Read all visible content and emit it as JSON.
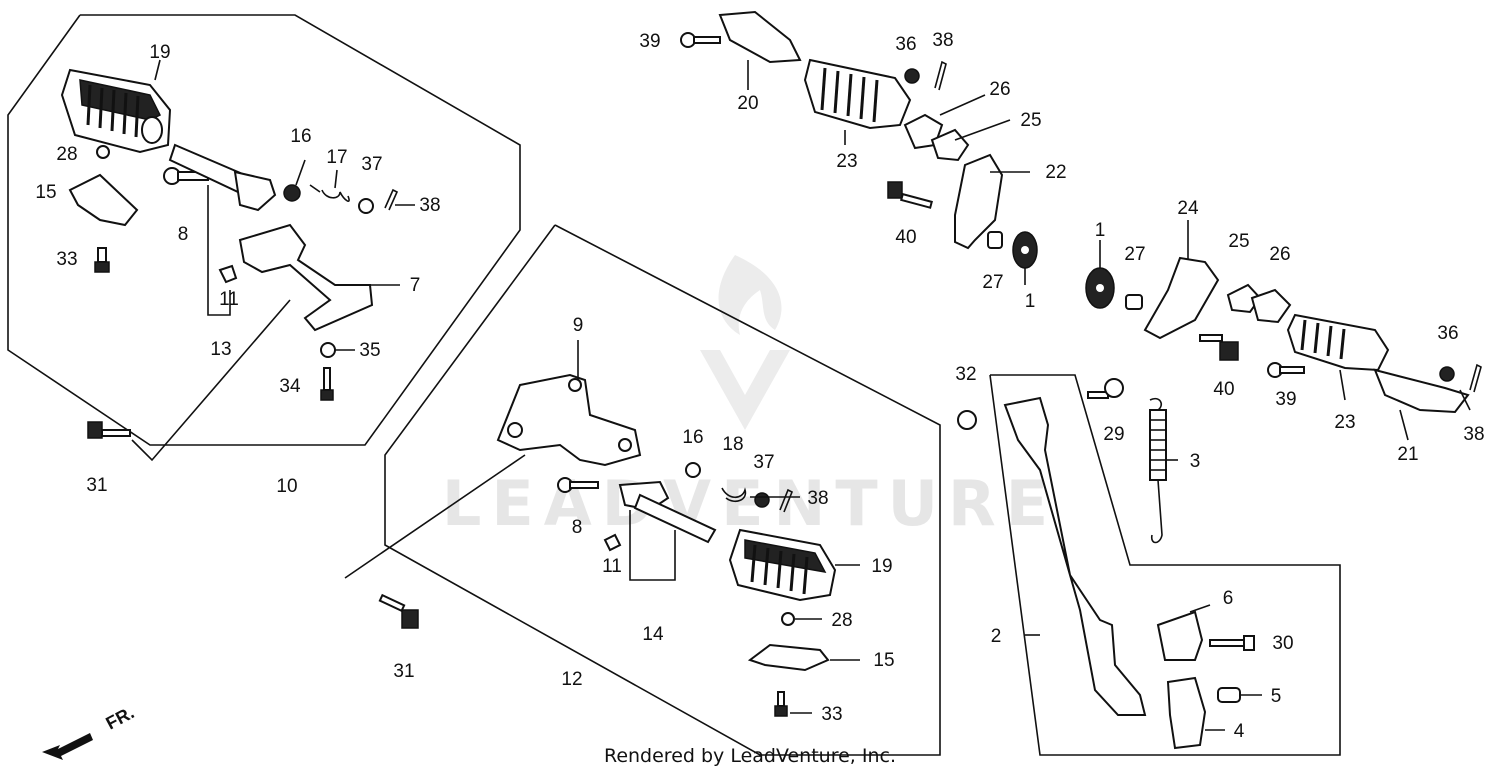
{
  "watermark": "LEADVENTURE",
  "footer": "Rendered by LeadVenture, Inc.",
  "front_arrow": "FR.",
  "callouts": {
    "c19a": "19",
    "c28a": "28",
    "c15a": "15",
    "c33a": "33",
    "c8a": "8",
    "c16a": "16",
    "c17": "17",
    "c37a": "37",
    "c38a": "38",
    "c7": "7",
    "c11a": "11",
    "c13": "13",
    "c35": "35",
    "c34": "34",
    "c31a": "31",
    "c10": "10",
    "c9": "9",
    "c16b": "16",
    "c18": "18",
    "c37b": "37",
    "c38b": "38",
    "c8b": "8",
    "c11b": "11",
    "c14": "14",
    "c19b": "19",
    "c28b": "28",
    "c15b": "15",
    "c33b": "33",
    "c31b": "31",
    "c12": "12",
    "c39a": "39",
    "c20": "20",
    "c36a": "36",
    "c38c": "38",
    "c26a": "26",
    "c25a": "25",
    "c23a": "23",
    "c22": "22",
    "c40a": "40",
    "c27a": "27",
    "c1a": "1",
    "c1b": "1",
    "c27b": "27",
    "c24": "24",
    "c25b": "25",
    "c26b": "26",
    "c36b": "36",
    "c40b": "40",
    "c39b": "39",
    "c23b": "23",
    "c38d": "38",
    "c21": "21",
    "c32": "32",
    "c29": "29",
    "c3": "3",
    "c2": "2",
    "c6": "6",
    "c30": "30",
    "c5": "5",
    "c4": "4"
  }
}
